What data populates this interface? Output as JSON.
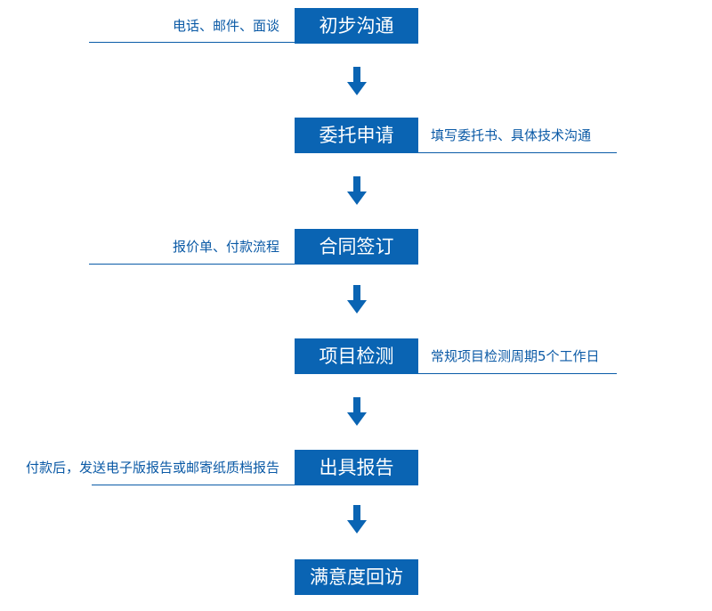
{
  "colors": {
    "box_fill": "#0a64b3",
    "box_text": "#ffffff",
    "note_text": "#0b5aa6",
    "line": "#0a5ca8",
    "arrow": "#0a64b3"
  },
  "steps": [
    {
      "label": "初步沟通",
      "note": "电话、邮件、面谈",
      "note_side": "left"
    },
    {
      "label": "委托申请",
      "note": "填写委托书、具体技术沟通",
      "note_side": "right"
    },
    {
      "label": "合同签订",
      "note": "报价单、付款流程",
      "note_side": "left"
    },
    {
      "label": "项目检测",
      "note": "常规项目检测周期5个工作日",
      "note_side": "right"
    },
    {
      "label": "出具报告",
      "note": "付款后，发送电子版报告或邮寄纸质档报告",
      "note_side": "left"
    },
    {
      "label": "满意度回访",
      "note": "",
      "note_side": "none"
    }
  ],
  "connector_icon": "down-arrow-icon"
}
